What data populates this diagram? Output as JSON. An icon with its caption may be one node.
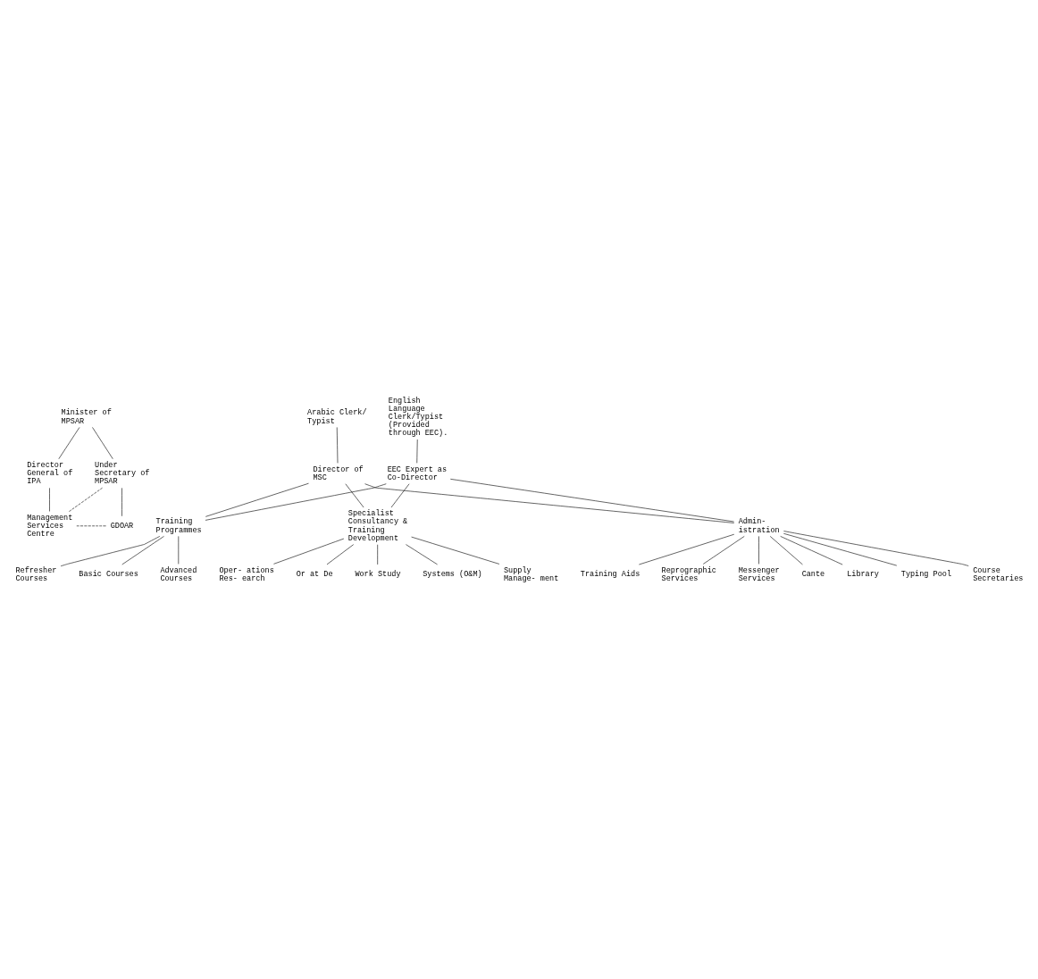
{
  "diagram": {
    "nodes": [
      {
        "text": [
          "Minister of MPSAR"
        ]
      },
      {
        "text": [
          "Director General of IPA"
        ]
      },
      {
        "text": [
          "Under Secretary of MPSAR"
        ]
      },
      {
        "text": [
          "Management Services Centre"
        ]
      },
      {
        "text": [
          "GDOAR"
        ]
      },
      {
        "text": [
          "Director of MSC"
        ]
      },
      {
        "text": [
          "EEC Expert as Co-Director"
        ]
      },
      {
        "text": [
          "Arabic Clerk/ Typist"
        ]
      },
      {
        "text": [
          "English Language Clerk/Typist (Provided through EEC)."
        ]
      },
      {
        "text": [
          "Admin- istration"
        ]
      },
      {
        "text": [
          "Training Programmes"
        ]
      },
      {
        "text": [
          "Specialist Consultancy & Training Development"
        ]
      },
      {
        "text": [
          "Basic Courses"
        ]
      },
      {
        "text": [
          "Advanced Courses"
        ]
      },
      {
        "text": [
          "Refresher Courses"
        ]
      },
      {
        "text": [
          "Work Study"
        ]
      },
      {
        "text": [
          "Systems (O&M)"
        ]
      },
      {
        "text": [
          "Supply Manage- ment"
        ]
      },
      {
        "text": [
          "Oper- ations Res- earch"
        ]
      },
      {
        "text": [
          "Or at De"
        ]
      },
      {
        "text": [
          "Library"
        ]
      },
      {
        "text": [
          "Typing Pool"
        ]
      },
      {
        "text": [
          "Course Secretaries"
        ]
      },
      {
        "text": [
          "Training Aids"
        ]
      },
      {
        "text": [
          "Reprographic Services"
        ]
      },
      {
        "text": [
          "Messenger Services"
        ]
      },
      {
        "text": [
          "Cante"
        ]
      }
    ],
    "edges": [
      {
        "from": 0,
        "to": 1,
        "arrow": "none"
      },
      {
        "from": 0,
        "to": 2,
        "arrow": "none"
      },
      {
        "from": 1,
        "to": 3,
        "arrow": "none"
      },
      {
        "from": 2,
        "to": 4,
        "arrow": "none"
      },
      {
        "from": 3,
        "to": 2,
        "arrow": "none",
        "style": "dashed"
      },
      {
        "from": 3,
        "to": 4,
        "arrow": "none",
        "style": "dashed"
      },
      {
        "from": 7,
        "to": 5,
        "arrow": "none"
      },
      {
        "from": 8,
        "to": 6,
        "arrow": "none"
      },
      {
        "from": 5,
        "to": 9,
        "arrow": "none"
      },
      {
        "from": 5,
        "to": 10,
        "arrow": "none"
      },
      {
        "from": 5,
        "to": 11,
        "arrow": "none"
      },
      {
        "from": 6,
        "to": 9,
        "arrow": "none"
      },
      {
        "from": 6,
        "to": 10,
        "arrow": "none"
      },
      {
        "from": 6,
        "to": 11,
        "arrow": "none"
      },
      {
        "from": 10,
        "to": 12,
        "arrow": "none"
      },
      {
        "from": 10,
        "to": 13,
        "arrow": "none"
      },
      {
        "from": 10,
        "to": 14,
        "arrow": "none"
      },
      {
        "from": 11,
        "to": 15,
        "arrow": "none"
      },
      {
        "from": 11,
        "to": 16,
        "arrow": "none"
      },
      {
        "from": 11,
        "to": 17,
        "arrow": "none"
      },
      {
        "from": 11,
        "to": 18,
        "arrow": "none"
      },
      {
        "from": 11,
        "to": 19,
        "arrow": "none"
      },
      {
        "from": 9,
        "to": 20,
        "arrow": "none"
      },
      {
        "from": 9,
        "to": 21,
        "arrow": "none"
      },
      {
        "from": 9,
        "to": 22,
        "arrow": "none"
      },
      {
        "from": 9,
        "to": 23,
        "arrow": "none"
      },
      {
        "from": 9,
        "to": 24,
        "arrow": "none"
      },
      {
        "from": 9,
        "to": 25,
        "arrow": "none"
      },
      {
        "from": 9,
        "to": 26,
        "arrow": "none"
      }
    ]
  }
}
